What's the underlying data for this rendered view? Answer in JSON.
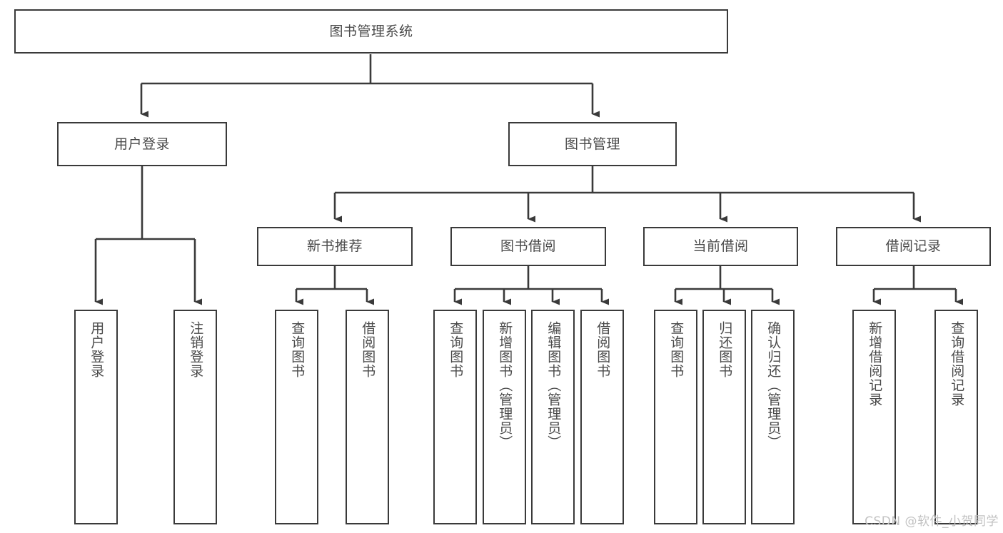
{
  "diagram": {
    "title": "图书管理系统",
    "type": "hierarchy-tree",
    "colors": {
      "background": "#ffffff",
      "box_border": "#3a3a3a",
      "box_fill": "#ffffff",
      "text": "#4a4a4a",
      "connector": "#3a3a3a",
      "watermark": "#c2c2c2"
    },
    "root": {
      "label": "图书管理系统"
    },
    "level2": [
      {
        "label": "用户登录"
      },
      {
        "label": "图书管理"
      }
    ],
    "level3": [
      {
        "label": "新书推荐"
      },
      {
        "label": "图书借阅"
      },
      {
        "label": "当前借阅"
      },
      {
        "label": "借阅记录"
      }
    ],
    "leaves": {
      "user_login": [
        {
          "label": "用户登录"
        },
        {
          "label": "注销登录"
        }
      ],
      "new_book": [
        {
          "label": "查询图书"
        },
        {
          "label": "借阅图书"
        }
      ],
      "book_borrow": [
        {
          "label": "查询图书"
        },
        {
          "label": "新增图书（管理员）"
        },
        {
          "label": "编辑图书（管理员）"
        },
        {
          "label": "借阅图书"
        }
      ],
      "current_borrow": [
        {
          "label": "查询图书"
        },
        {
          "label": "归还图书"
        },
        {
          "label": "确认归还（管理员）"
        }
      ],
      "borrow_record": [
        {
          "label": "新增借阅记录"
        },
        {
          "label": "查询借阅记录"
        }
      ]
    }
  },
  "watermark": {
    "text": "CSDN @软件_小贺同学"
  }
}
